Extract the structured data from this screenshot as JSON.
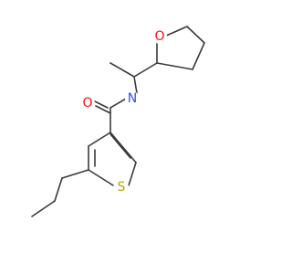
{
  "atoms": {
    "oxygen_carbonyl": {
      "symbol": "O",
      "color": "#ff0d0d"
    },
    "nitrogen_amide": {
      "symbol": "N",
      "color": "#3050f8"
    },
    "oxygen_ring": {
      "symbol": "O",
      "color": "#ff0d0d"
    },
    "sulfur_ring": {
      "symbol": "S",
      "color": "#b8a800"
    }
  },
  "bond_color": "#3a3a3a"
}
